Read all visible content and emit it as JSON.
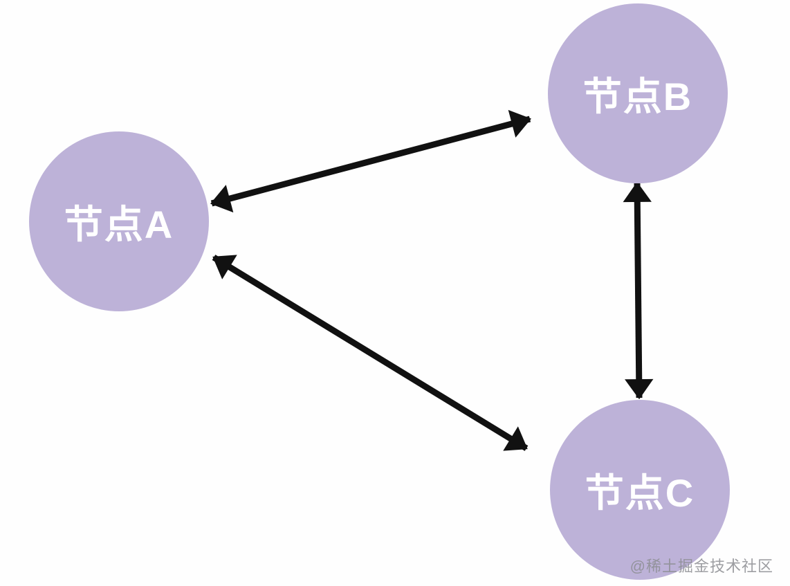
{
  "diagram": {
    "type": "graph",
    "nodes": [
      {
        "id": "A",
        "label": "节点A"
      },
      {
        "id": "B",
        "label": "节点B"
      },
      {
        "id": "C",
        "label": "节点C"
      }
    ],
    "edges": [
      {
        "from": "A",
        "to": "B",
        "direction": "bidirectional"
      },
      {
        "from": "A",
        "to": "C",
        "direction": "bidirectional"
      },
      {
        "from": "B",
        "to": "C",
        "direction": "bidirectional"
      }
    ],
    "colors": {
      "node_fill": "#bdb2d8",
      "node_text": "#ffffff",
      "arrow": "#111111",
      "background": "#fefefe"
    }
  },
  "watermark": {
    "text": "@稀土掘金技术社区"
  }
}
